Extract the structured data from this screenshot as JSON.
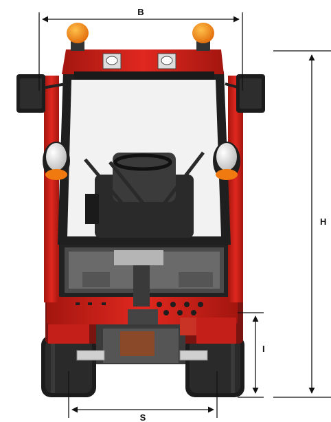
{
  "dimensions": {
    "width_label": "B",
    "height_label": "H",
    "clearance_label": "I",
    "track_label": "S"
  },
  "colors": {
    "body_red": "#d6231c",
    "dark_red": "#8e1410",
    "beacon_orange": "#f07a10",
    "tire_black": "#1c1c1c",
    "frame_black": "#222222",
    "line": "#111111"
  }
}
